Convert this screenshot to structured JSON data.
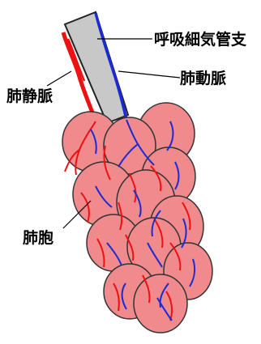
{
  "labels": {
    "bronchiole": "呼吸細気管支",
    "artery": "肺動脈",
    "vein": "肺静脈",
    "alveolus": "肺胞"
  },
  "colors": {
    "alveolus_fill": "#f08a8c",
    "alveolus_stroke": "#333333",
    "bronchiole_fill": "#c8c8c8",
    "vein": "#ee1111",
    "artery": "#1a2bd6",
    "text": "#000000"
  }
}
